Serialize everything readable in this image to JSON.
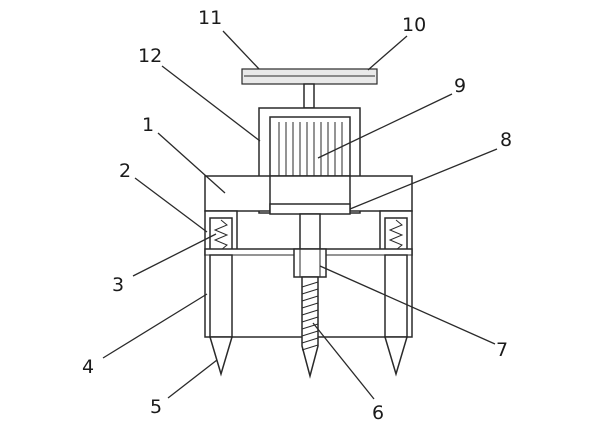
{
  "labels": {
    "l1": "1",
    "l2": "2",
    "l3": "3",
    "l4": "4",
    "l5": "5",
    "l6": "6",
    "l7": "7",
    "l8": "8",
    "l9": "9",
    "l10": "10",
    "l11": "11",
    "l12": "12"
  },
  "colors": {
    "line": "#2a2a2a",
    "background": "#ffffff"
  }
}
